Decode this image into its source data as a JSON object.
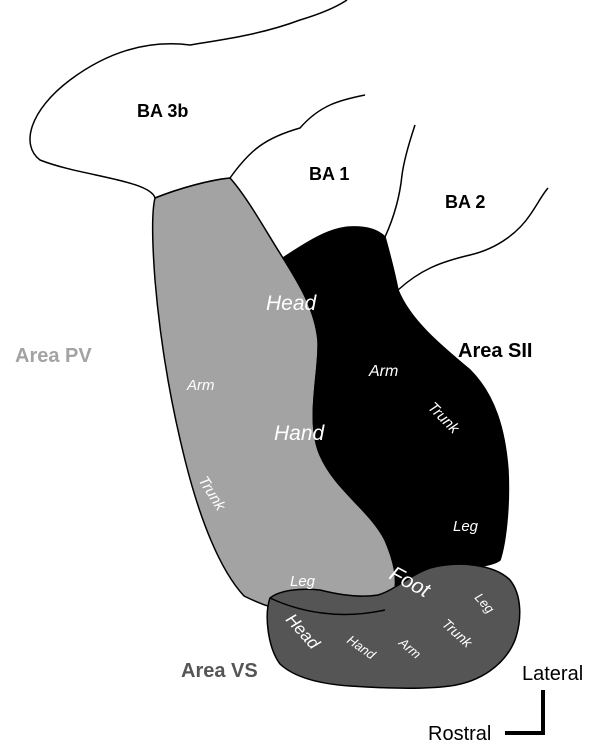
{
  "regions": {
    "ba3b": "BA 3b",
    "ba1": "BA 1",
    "ba2": "BA 2",
    "pv": "Area PV",
    "sii": "Area SII",
    "vs": "Area VS"
  },
  "pv_labels": {
    "arm": "Arm",
    "trunk": "Trunk",
    "leg": "Leg"
  },
  "sii_labels": {
    "head": "Head",
    "arm": "Arm",
    "hand": "Hand",
    "trunk": "Trunk",
    "leg": "Leg",
    "foot": "Foot"
  },
  "vs_labels": {
    "head": "Head",
    "hand": "Hand",
    "arm": "Arm",
    "trunk": "Trunk",
    "leg": "Leg"
  },
  "orientation": {
    "lateral": "Lateral",
    "rostral": "Rostral"
  },
  "colors": {
    "pv_fill": "#a3a3a3",
    "sii_fill": "#000000",
    "vs_fill": "#555555",
    "pv_label": "#a3a3a3",
    "outline": "#000000"
  }
}
